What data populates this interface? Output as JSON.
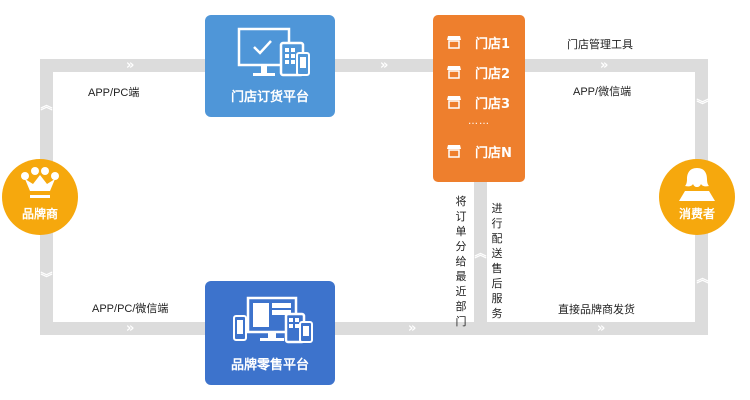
{
  "diagram": {
    "nodes": {
      "brand": {
        "label": "品牌商",
        "icon": "crown-icon",
        "color": "#f6a80d"
      },
      "consumer": {
        "label": "消费者",
        "icon": "person-icon",
        "color": "#f6a80d"
      },
      "store_ordering_platform": {
        "label": "门店订货平台",
        "icon": "desktop-tablet-check-icon",
        "color": "#4f96d8"
      },
      "brand_retail_platform": {
        "label": "品牌零售平台",
        "icon": "multi-device-icon",
        "color": "#3d73cc"
      },
      "stores": {
        "color": "#ee7f2d",
        "items": [
          {
            "label": "门店1",
            "icon": "storefront-icon"
          },
          {
            "label": "门店2",
            "icon": "storefront-icon"
          },
          {
            "label": "门店3",
            "icon": "storefront-icon"
          },
          {
            "label": "门店N",
            "icon": "storefront-icon"
          }
        ],
        "ellipsis": "……"
      }
    },
    "edge_labels": {
      "top_left": "APP/PC端",
      "top_right_upper": "门店管理工具",
      "top_right_lower": "APP/微信端",
      "bottom_left": "APP/PC/微信端",
      "bottom_right": "直接品牌商发货",
      "middle_left_vertical": "将订单分给最近部门",
      "middle_right_vertical": "进行配送售后服务"
    },
    "arrow_glyphs": {
      "right": "»",
      "up": "︽",
      "down": "︾"
    },
    "line_color": "#dcdcdc"
  }
}
